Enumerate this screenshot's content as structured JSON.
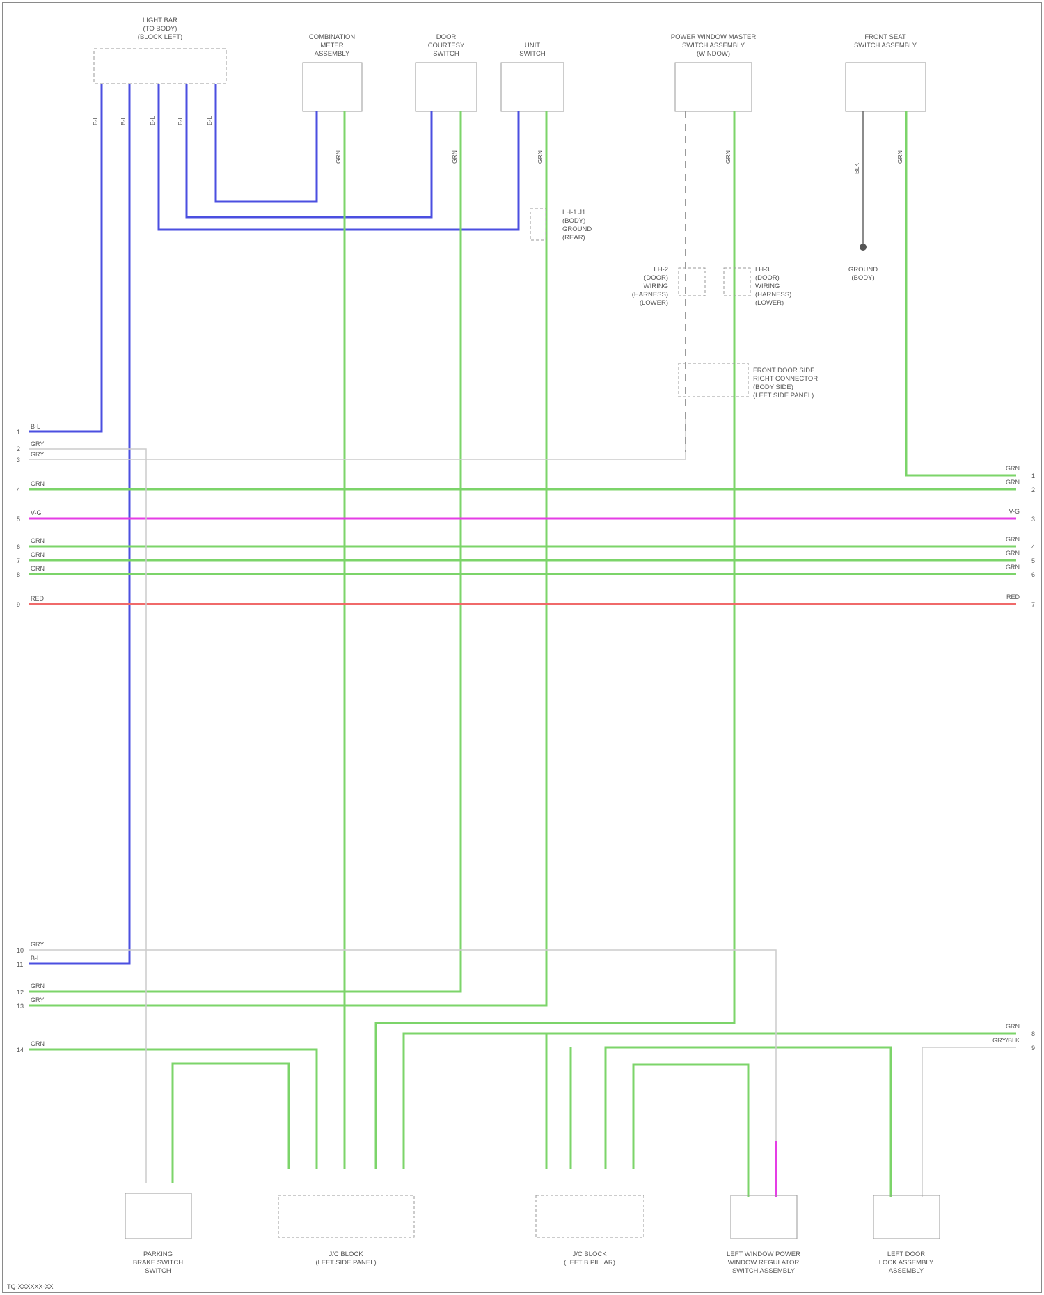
{
  "colors": {
    "blue": "#4b4fe0",
    "green": "#7cd46a",
    "magenta": "#e53ee5",
    "red": "#f06a6a",
    "gray": "#bbbbbb",
    "component_outline": "#9a9a9a"
  },
  "footer_code": "TQ-XXXXXX-XX",
  "components": {
    "top_left_connector": [
      "LIGHT BAR",
      "(TO BODY)",
      "(BLOCK LEFT)"
    ],
    "combination_meter": [
      "COMBINATION",
      "METER",
      "ASSEMBLY"
    ],
    "door_courtesy": [
      "DOOR",
      "COURTESY",
      "SWITCH"
    ],
    "unit_switch": [
      "UNIT",
      "SWITCH"
    ],
    "power_window_master": [
      "POWER WINDOW MASTER",
      "SWITCH ASSEMBLY",
      "(WINDOW)"
    ],
    "front_seat_switch": [
      "FRONT SEAT",
      "SWITCH ASSEMBLY"
    ],
    "junction_a": [
      "LH-1 J1",
      "(BODY)",
      "GROUND",
      "(REAR)"
    ],
    "junction_b": [
      "LH-2",
      "(DOOR)",
      "WIRING",
      "(HARNESS)",
      "(LOWER)"
    ],
    "junction_c": [
      "LH-3",
      "(DOOR)",
      "WIRING",
      "(HARNESS)",
      "(LOWER)"
    ],
    "junction_d": [
      "FRONT DOOR SIDE",
      "RIGHT CONNECTOR",
      "(BODY SIDE)",
      "(LEFT SIDE PANEL)"
    ],
    "ground_point": [
      "GROUND",
      "(BODY)"
    ],
    "brake_switch": [
      "PARKING",
      "BRAKE SWITCH",
      "SWITCH"
    ],
    "panel_connector_1": [
      "J/C BLOCK",
      "(LEFT SIDE PANEL)"
    ],
    "panel_connector_2": [
      "J/C BLOCK",
      "(LEFT B PILLAR)"
    ],
    "window_regulator": [
      "LEFT WINDOW POWER",
      "WINDOW REGULATOR",
      "SWITCH ASSEMBLY"
    ],
    "door_lock": [
      "LEFT DOOR",
      "LOCK ASSEMBLY",
      "ASSEMBLY"
    ]
  },
  "top_wire_labels": {
    "blue": "B-L",
    "green": "GRN",
    "black": "BLK"
  },
  "left_rows": [
    {
      "num": "1",
      "label": "B-L"
    },
    {
      "num": "2",
      "label": "GRY"
    },
    {
      "num": "3",
      "label": "GRY"
    },
    {
      "num": "4",
      "label": "GRN"
    },
    {
      "num": "5",
      "label": "V-G"
    },
    {
      "num": "6",
      "label": "GRN"
    },
    {
      "num": "7",
      "label": "GRN"
    },
    {
      "num": "8",
      "label": "GRN"
    },
    {
      "num": "9",
      "label": "RED"
    },
    {
      "num": "10",
      "label": "GRY"
    },
    {
      "num": "11",
      "label": "B-L"
    },
    {
      "num": "12",
      "label": "GRN"
    },
    {
      "num": "13",
      "label": "GRY"
    },
    {
      "num": "14",
      "label": "GRN"
    }
  ],
  "right_rows": [
    {
      "num": "1",
      "label": "GRN"
    },
    {
      "num": "2",
      "label": "GRN"
    },
    {
      "num": "3",
      "label": "V-G"
    },
    {
      "num": "4",
      "label": "GRN"
    },
    {
      "num": "5",
      "label": "GRN"
    },
    {
      "num": "6",
      "label": "GRN"
    },
    {
      "num": "7",
      "label": "RED"
    },
    {
      "num": "8",
      "label": "GRN"
    },
    {
      "num": "9",
      "label": "GRY/BLK"
    }
  ]
}
